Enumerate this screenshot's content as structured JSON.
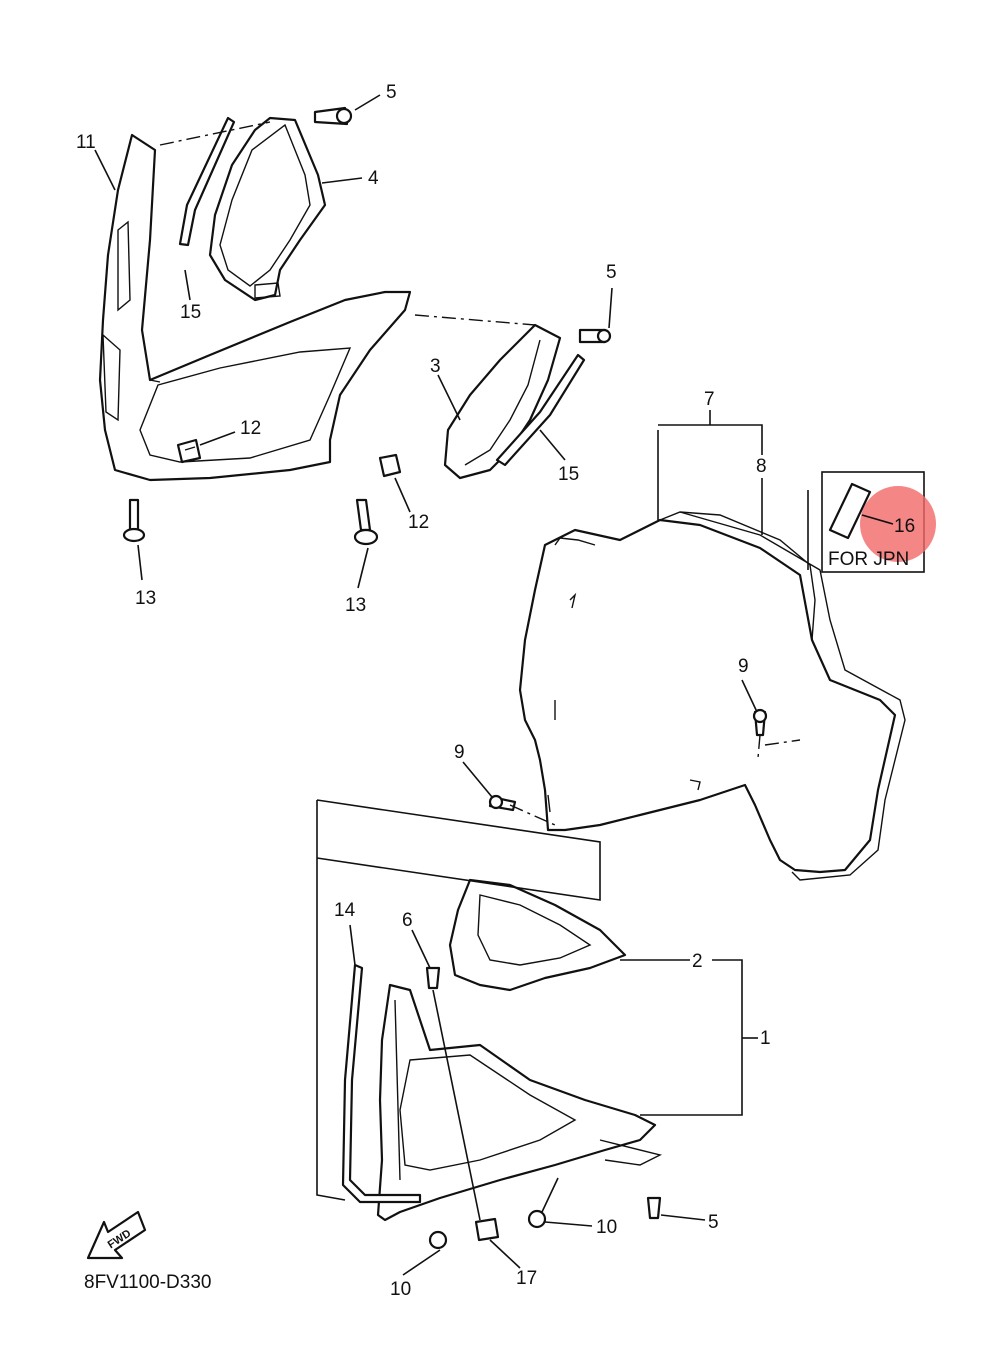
{
  "diagram_code": "8FV1100-D330",
  "fwd_label": "FWD",
  "jpn_note": "FOR JPN",
  "callouts": {
    "c1": "1",
    "c2": "2",
    "c3": "3",
    "c4": "4",
    "c5a": "5",
    "c5b": "5",
    "c5c": "5",
    "c6": "6",
    "c7": "7",
    "c8": "8",
    "c9a": "9",
    "c9b": "9",
    "c10a": "10",
    "c10b": "10",
    "c11": "11",
    "c12a": "12",
    "c12b": "12",
    "c13a": "13",
    "c13b": "13",
    "c14": "14",
    "c15a": "15",
    "c15b": "15",
    "c16": "16",
    "c17": "17"
  },
  "highlight": {
    "callout": "16",
    "color": "#f26868"
  }
}
